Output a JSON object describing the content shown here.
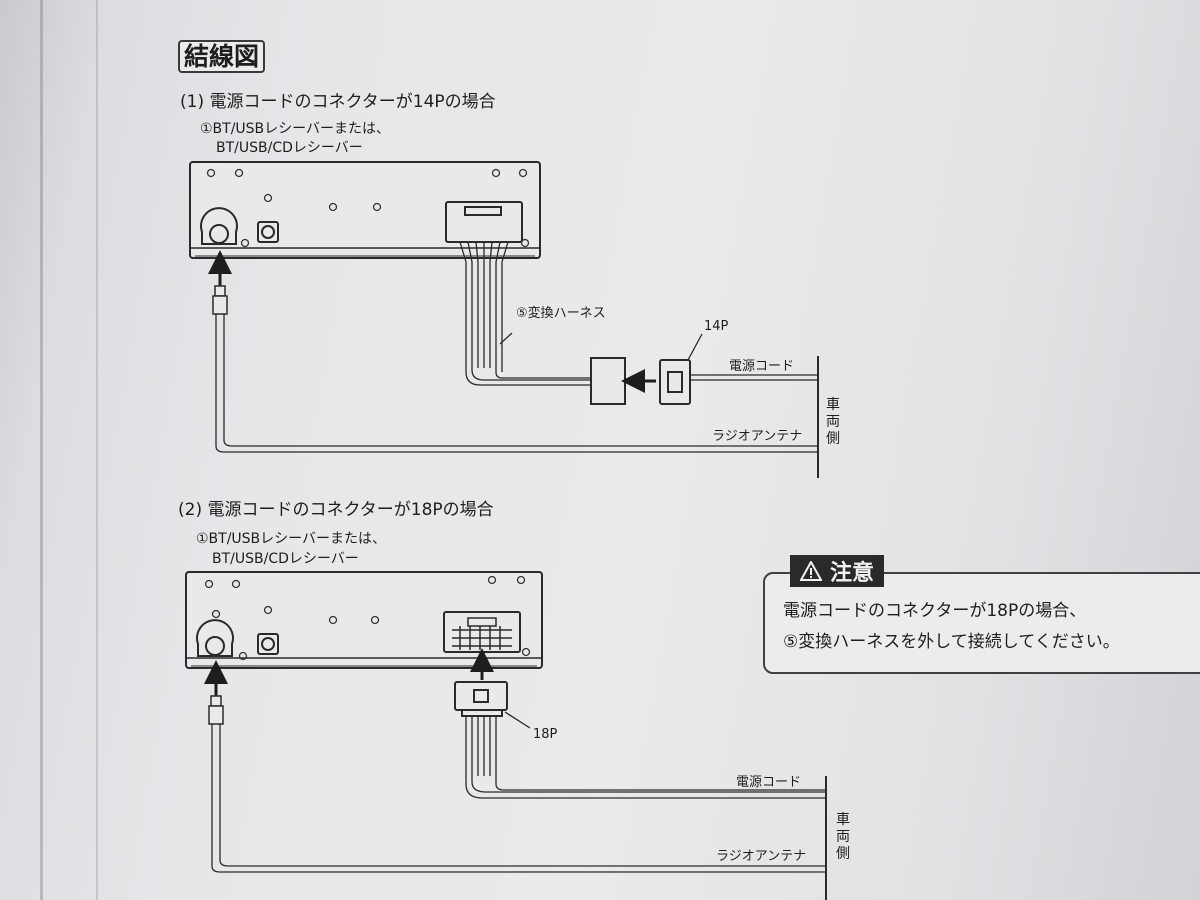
{
  "heading": "結線図",
  "section1": {
    "title": "(1) 電源コードのコネクターが14Pの場合",
    "device_label_line1": "①BT/USBレシーバーまたは、",
    "device_label_line2": "BT/USB/CDレシーバー",
    "harness_label": "⑤変換ハーネス",
    "connector_label": "14P",
    "power_cord_label": "電源コード",
    "antenna_label": "ラジオアンテナ",
    "vehicle_side_label": "車両側"
  },
  "section2": {
    "title": "(2) 電源コードのコネクターが18Pの場合",
    "device_label_line1": "①BT/USBレシーバーまたは、",
    "device_label_line2": "BT/USB/CDレシーバー",
    "connector_label": "18P",
    "power_cord_label": "電源コード",
    "antenna_label": "ラジオアンテナ",
    "vehicle_side_label": "車両側"
  },
  "caution": {
    "icon": "warning-triangle-icon",
    "title": "注意",
    "line1": "電源コードのコネクターが18Pの場合、",
    "line2": "⑤変換ハーネスを外して接続してください。"
  }
}
